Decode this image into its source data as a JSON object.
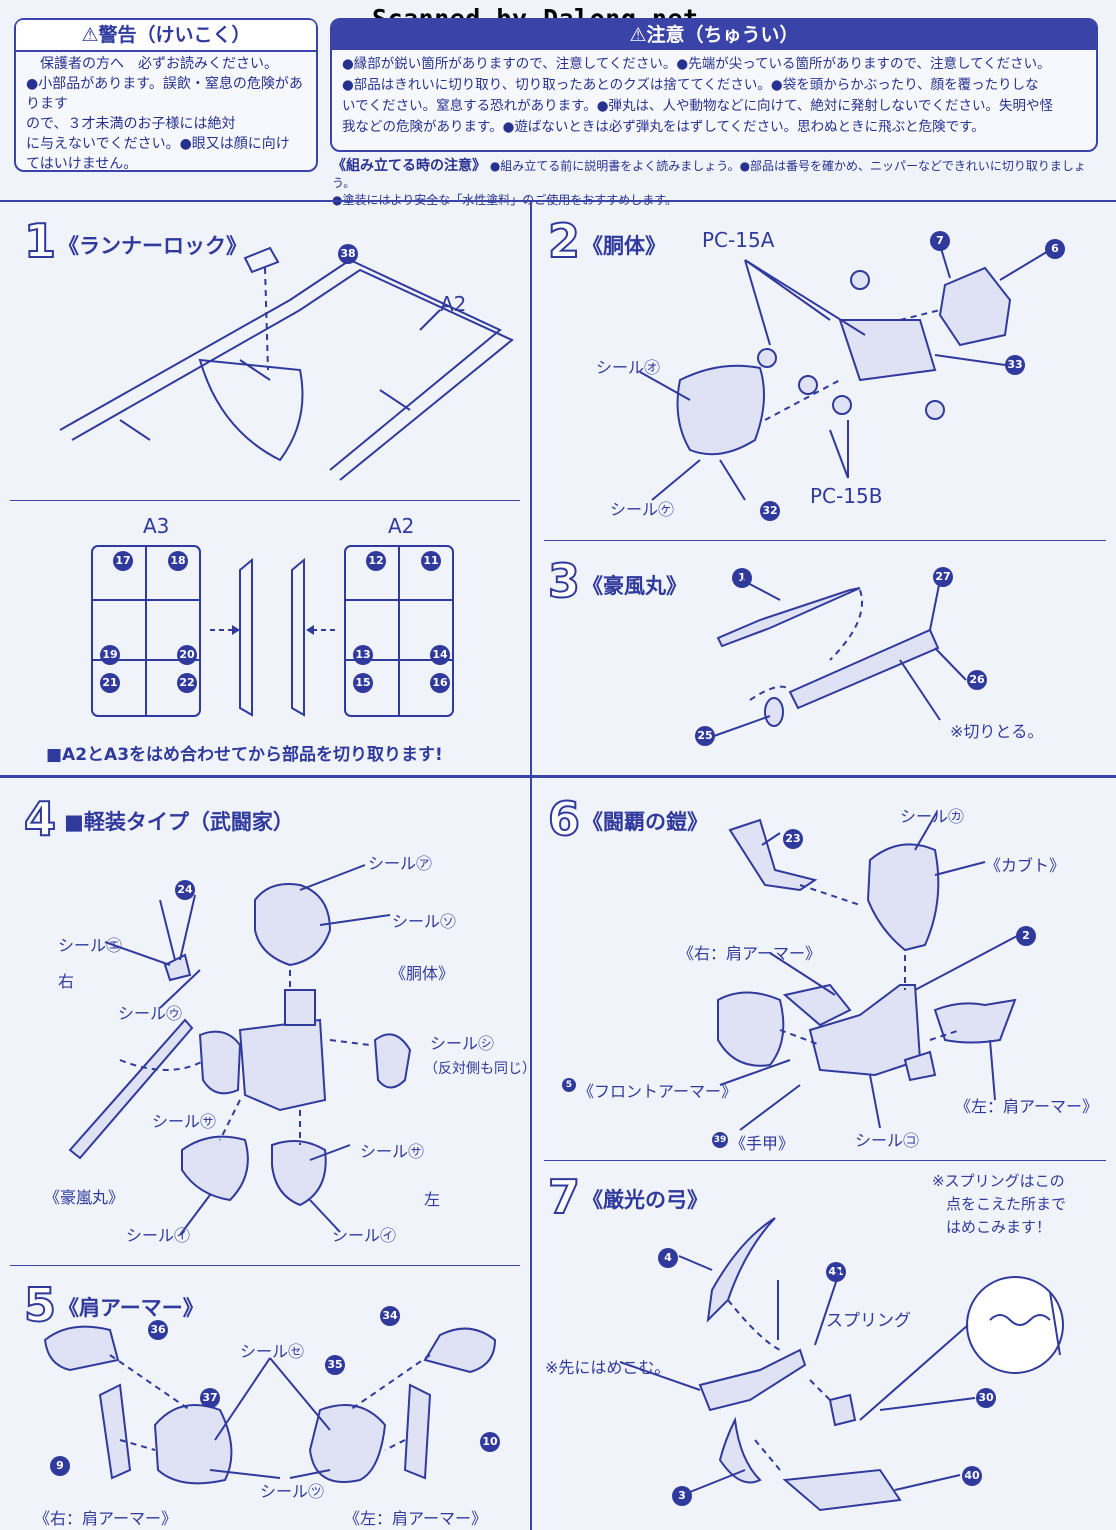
{
  "scan_credit": "Scanned by Dalong.net",
  "warning": {
    "title": "⚠警告（けいこく）",
    "lines": [
      "保護者の方へ　必ずお読みください。",
      "●小部品があります。誤飲・窒息の危険があります",
      "ので、３才未満のお子様には絶対",
      "に与えないでください。●眼又は顔に向け",
      "てはいけません。"
    ]
  },
  "caution": {
    "title": "⚠注意（ちゅうい）",
    "lines": [
      "●縁部が鋭い箇所がありますので、注意してください。●先端が尖っている箇所がありますので、注意してください。",
      "●部品はきれいに切り取り、切り取ったあとのクズは捨ててください。●袋を頭からかぶったり、顔を覆ったりしな",
      "いでください。窒息する恐れがあります。●弾丸は、人や動物などに向けて、絶対に発射しないでください。失明や怪",
      "我などの危険があります。●遊ばないときは必ず弾丸をはずしてください。思わぬときに飛ぶと危険です。"
    ]
  },
  "assembly_note": {
    "title": "《組み立てる時の注意》",
    "line1": "●組み立てる前に説明書をよく読みましょう。●部品は番号を確かめ、ニッパーなどできれいに切り取りましょう。",
    "line2": "●塗装にはより安全な「水性塗料」のご使用をおすすめします。"
  },
  "steps": {
    "s1": {
      "num": "1",
      "title": "《ランナーロック》",
      "runner": "A2",
      "part": "38"
    },
    "s1b": {
      "left": "A3",
      "right": "A2",
      "note": "■A2とA3をはめ合わせてから部品を切り取ります!",
      "parts_left": [
        "17",
        "18",
        "19",
        "20",
        "21",
        "22"
      ],
      "parts_right": [
        "12",
        "11",
        "13",
        "14",
        "15",
        "16"
      ]
    },
    "s2": {
      "num": "2",
      "title": "《胴体》",
      "pc_a": "PC-15A",
      "pc_b": "PC-15B",
      "seal_o": "シール㋔",
      "seal_ke": "シール㋘",
      "parts": [
        "7",
        "6",
        "33",
        "32"
      ]
    },
    "s3": {
      "num": "3",
      "title": "《豪風丸》",
      "cut": "※切りとる。",
      "parts": [
        "1",
        "27",
        "26",
        "25"
      ]
    },
    "s4": {
      "num": "4",
      "title": "■軽装タイプ（武闘家）",
      "seal_a": "シール㋐",
      "seal_so": "シール㋞",
      "seal_e": "シール㋓",
      "seal_u": "シール㋒",
      "seal_shi": "シール㋛",
      "seal_shi_note": "（反対側も同じ）",
      "seal_sa1": "シール㋚",
      "seal_sa2": "シール㋚",
      "seal_i1": "シール㋑",
      "seal_i2": "シール㋑",
      "body": "《胴体》",
      "right": "右",
      "left": "左",
      "sword": "《豪嵐丸》",
      "part": "24"
    },
    "s5": {
      "num": "5",
      "title": "《肩アーマー》",
      "seal_se": "シール㋝",
      "seal_tsu": "シール㋡",
      "right": "《右：肩アーマー》",
      "left": "《左：肩アーマー》",
      "parts": [
        "36",
        "37",
        "9",
        "34",
        "35",
        "10"
      ]
    },
    "s6": {
      "num": "6",
      "title": "《闘覇の鎧》",
      "seal_ka": "シール㋕",
      "kabuto": "《カブト》",
      "right": "《右：肩アーマー》",
      "front": "《フロントアーマー》",
      "left": "《左：肩アーマー》",
      "gauntlet": "《手甲》",
      "seal_ko": "シール㋙",
      "parts": [
        "23",
        "2",
        "5",
        "39"
      ]
    },
    "s7": {
      "num": "7",
      "title": "《厳光の弓》",
      "spring_note": "※スプリングはこの",
      "spring_note2": "点をこえた所まで",
      "spring_note3": "はめこみます！",
      "spring": "スプリング",
      "tip": "※先にはめこむ。",
      "parts": [
        "4",
        "41",
        "30",
        "3",
        "40"
      ]
    }
  }
}
